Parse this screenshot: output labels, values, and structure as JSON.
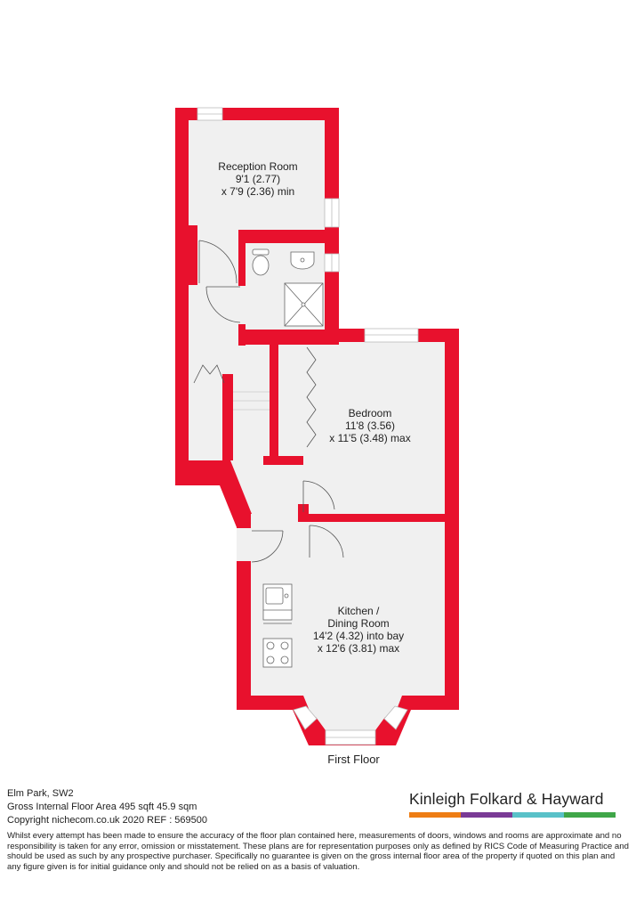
{
  "floor": {
    "title": "First Floor"
  },
  "rooms": {
    "reception": {
      "name": "Reception Room",
      "dim1": "9'1 (2.77)",
      "dim2": "x 7'9 (2.36) min"
    },
    "bedroom": {
      "name": "Bedroom",
      "dim1": "11'8 (3.56)",
      "dim2": "x 11'5 (3.48) max"
    },
    "kitchen": {
      "name1": "Kitchen /",
      "name2": "Dining Room",
      "dim1": "14'2 (4.32) into bay",
      "dim2": "x 12'6 (3.81) max"
    }
  },
  "info": {
    "address": "Elm Park, SW2",
    "area": "Gross Internal Floor Area 495 sqft 45.9 sqm",
    "copyright": "Copyright nichecom.co.uk 2020 REF : 569500"
  },
  "brand": {
    "name": "Kinleigh Folkard & Hayward",
    "bar_colors": [
      "#ee7d14",
      "#7a3a96",
      "#59c1c8",
      "#3fa648"
    ]
  },
  "colors": {
    "wall": "#e8112d",
    "floor": "#f0f0f0"
  },
  "disclaimer": "Whilst every attempt has been made to ensure the accuracy of the floor plan contained here, measurements of doors, windows and rooms are approximate and no responsibility is taken for any error, omission or misstatement.  These plans are for representation purposes only as defined by RICS Code of Measuring Practice and should be used as such by any prospective purchaser.  Specifically no guarantee is given on the gross internal floor area of the property if quoted on this plan and any figure given is for initial guidance only and should not be relied on as a basis of valuation."
}
